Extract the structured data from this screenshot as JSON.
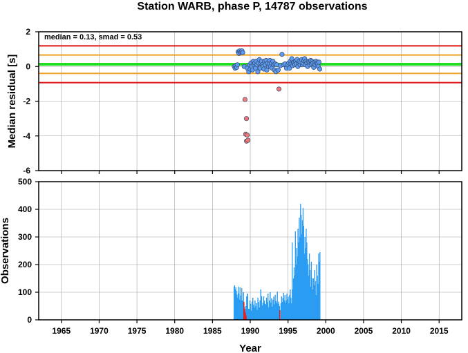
{
  "chart_data": [
    {
      "type": "scatter",
      "title": "Station WARB, phase P, 14787 observations",
      "annotation": "median = 0.13, smad = 0.53",
      "xlabel": "",
      "ylabel": "Median residual [s]",
      "xlim": [
        1962,
        2018
      ],
      "ylim": [
        -6,
        2
      ],
      "x_ticks": [
        "1965",
        "1970",
        "1975",
        "1980",
        "1985",
        "1990",
        "1995",
        "2000",
        "2005",
        "2010",
        "2015"
      ],
      "y_ticks": [
        "-6",
        "-4",
        "-2",
        "0",
        "2"
      ],
      "grid": true,
      "reference_lines": [
        {
          "name": "median",
          "y": 0.13,
          "color": "#22dd22"
        },
        {
          "name": "+1 smad",
          "y": 0.66,
          "color": "#f0a020"
        },
        {
          "name": "-1 smad",
          "y": -0.4,
          "color": "#f0a020"
        },
        {
          "name": "+2 smad",
          "y": 1.19,
          "color": "#dd1111"
        },
        {
          "name": "-2 smad",
          "y": -0.93,
          "color": "#dd1111"
        }
      ],
      "series": [
        {
          "color": "#5b9bf0",
          "points": [
            [
              1987.9,
              0.0
            ],
            [
              1988.0,
              -0.1
            ],
            [
              1988.1,
              0.05
            ],
            [
              1988.2,
              -0.05
            ],
            [
              1988.3,
              0.1
            ],
            [
              1988.4,
              0.85
            ],
            [
              1988.5,
              0.75
            ],
            [
              1988.6,
              0.9
            ],
            [
              1988.7,
              0.8
            ],
            [
              1988.8,
              0.85
            ],
            [
              1988.9,
              0.9
            ],
            [
              1989.0,
              0.8
            ],
            [
              1989.2,
              0.0
            ],
            [
              1989.6,
              -0.1
            ],
            [
              1989.8,
              -0.3
            ],
            [
              1989.9,
              0.1
            ],
            [
              1990.0,
              -0.15
            ],
            [
              1990.1,
              0.2
            ],
            [
              1990.2,
              0.0
            ],
            [
              1990.3,
              -0.2
            ],
            [
              1990.4,
              0.3
            ],
            [
              1990.5,
              0.1
            ],
            [
              1990.6,
              0.2
            ],
            [
              1990.7,
              -0.1
            ],
            [
              1990.8,
              0.3
            ],
            [
              1990.9,
              0.1
            ],
            [
              1991.0,
              -0.3
            ],
            [
              1991.1,
              0.2
            ],
            [
              1991.2,
              0.4
            ],
            [
              1991.3,
              -0.1
            ],
            [
              1991.4,
              0.2
            ],
            [
              1991.5,
              0.3
            ],
            [
              1991.6,
              0.1
            ],
            [
              1991.7,
              0.0
            ],
            [
              1991.8,
              -0.15
            ],
            [
              1991.9,
              0.3
            ],
            [
              1992.0,
              0.1
            ],
            [
              1992.1,
              0.35
            ],
            [
              1992.2,
              -0.2
            ],
            [
              1992.3,
              0.2
            ],
            [
              1992.4,
              0.0
            ],
            [
              1992.5,
              0.15
            ],
            [
              1992.6,
              0.35
            ],
            [
              1992.7,
              0.0
            ],
            [
              1992.8,
              0.2
            ],
            [
              1992.9,
              -0.1
            ],
            [
              1993.0,
              0.3
            ],
            [
              1993.1,
              0.1
            ],
            [
              1993.2,
              -0.2
            ],
            [
              1993.3,
              0.15
            ],
            [
              1993.4,
              -0.3
            ],
            [
              1993.5,
              0.1
            ],
            [
              1993.7,
              -0.2
            ],
            [
              1994.0,
              0.05
            ],
            [
              1994.2,
              0.7
            ],
            [
              1994.4,
              0.1
            ],
            [
              1994.6,
              0.15
            ],
            [
              1994.8,
              -0.1
            ],
            [
              1995.0,
              0.1
            ],
            [
              1995.1,
              0.2
            ],
            [
              1995.2,
              -0.1
            ],
            [
              1995.3,
              0.3
            ],
            [
              1995.4,
              0.15
            ],
            [
              1995.5,
              0.45
            ],
            [
              1995.6,
              0.05
            ],
            [
              1995.7,
              0.2
            ],
            [
              1995.8,
              0.25
            ],
            [
              1995.9,
              0.1
            ],
            [
              1996.0,
              0.3
            ],
            [
              1996.1,
              0.15
            ],
            [
              1996.2,
              0.4
            ],
            [
              1996.3,
              0.0
            ],
            [
              1996.4,
              0.2
            ],
            [
              1996.5,
              0.3
            ],
            [
              1996.6,
              0.1
            ],
            [
              1996.7,
              0.25
            ],
            [
              1996.8,
              0.4
            ],
            [
              1996.9,
              0.1
            ],
            [
              1997.0,
              0.2
            ],
            [
              1997.1,
              0.35
            ],
            [
              1997.2,
              0.45
            ],
            [
              1997.3,
              0.1
            ],
            [
              1997.4,
              0.3
            ],
            [
              1997.5,
              0.2
            ],
            [
              1997.6,
              0.0
            ],
            [
              1997.7,
              0.3
            ],
            [
              1997.8,
              0.25
            ],
            [
              1997.9,
              0.1
            ],
            [
              1998.0,
              0.35
            ],
            [
              1998.1,
              0.15
            ],
            [
              1998.2,
              0.3
            ],
            [
              1998.3,
              0.2
            ],
            [
              1998.4,
              -0.05
            ],
            [
              1998.5,
              0.25
            ],
            [
              1998.6,
              0.1
            ],
            [
              1998.7,
              0.3
            ],
            [
              1998.8,
              0.2
            ],
            [
              1998.9,
              0.15
            ],
            [
              1999.0,
              0.0
            ],
            [
              1999.1,
              0.25
            ],
            [
              1999.2,
              -0.15
            ]
          ]
        },
        {
          "color": "#f07878",
          "points": [
            [
              1989.3,
              -1.9
            ],
            [
              1989.5,
              -3.0
            ],
            [
              1989.4,
              -3.9
            ],
            [
              1989.6,
              -3.95
            ],
            [
              1989.5,
              -4.3
            ],
            [
              1989.7,
              -4.25
            ],
            [
              1993.8,
              -1.3
            ]
          ]
        }
      ]
    },
    {
      "type": "bar",
      "xlabel": "Year",
      "ylabel": "Observations",
      "xlim": [
        1962,
        2018
      ],
      "ylim": [
        0,
        500
      ],
      "x_ticks": [
        "1965",
        "1970",
        "1975",
        "1980",
        "1985",
        "1990",
        "1995",
        "2000",
        "2005",
        "2010",
        "2015"
      ],
      "y_ticks": [
        "0",
        "100",
        "200",
        "300",
        "400",
        "500"
      ],
      "grid": true,
      "series": [
        {
          "color": "#2b9cf2",
          "bin_width_years": 0.03,
          "segments": [
            {
              "x": [
                1987.8,
                1988.9
              ],
              "values": [
                120,
                125,
                110,
                118,
                105,
                92,
                80,
                120,
                96,
                74,
                118,
                88,
                70,
                115
              ]
            },
            {
              "x": [
                1988.9,
                1989.8
              ],
              "values": [
                70,
                100,
                45,
                30,
                50,
                85,
                95,
                40
              ]
            },
            {
              "x": [
                1989.8,
                1992.0
              ],
              "values": [
                40,
                70,
                58,
                34,
                66,
                80,
                55,
                44,
                70,
                50,
                60,
                36,
                80,
                64,
                45,
                70,
                110,
                86,
                52,
                62,
                85,
                70,
                58
              ]
            },
            {
              "x": [
                1992.0,
                1993.9
              ],
              "values": [
                56,
                80,
                64,
                95,
                46,
                70,
                100,
                62,
                78,
                48,
                72,
                84,
                56,
                90,
                68,
                60,
                102,
                58,
                66,
                50
              ]
            },
            {
              "x": [
                1994.0,
                1994.7
              ],
              "values": [
                60,
                85,
                65,
                80,
                98,
                70,
                90,
                60
              ]
            },
            {
              "x": [
                1994.7,
                1995.5
              ],
              "values": [
                70,
                95,
                75,
                84,
                60,
                90,
                110,
                80,
                60
              ]
            },
            {
              "x": [
                1995.5,
                1996.0
              ],
              "values": [
                280,
                110,
                150,
                190,
                160,
                320
              ]
            },
            {
              "x": [
                1996.0,
                1996.6
              ],
              "values": [
                200,
                260,
                230,
                330,
                280,
                370,
                300
              ]
            },
            {
              "x": [
                1996.6,
                1997.1
              ],
              "values": [
                420,
                380,
                310,
                360,
                405,
                340
              ]
            },
            {
              "x": [
                1997.1,
                1997.6
              ],
              "values": [
                240,
                300,
                260,
                330,
                280,
                220
              ]
            },
            {
              "x": [
                1997.6,
                1998.2
              ],
              "values": [
                200,
                160,
                240,
                180,
                120,
                210,
                150
              ]
            },
            {
              "x": [
                1998.2,
                1999.0
              ],
              "values": [
                110,
                150,
                125,
                180,
                140,
                90,
                200,
                160,
                130
              ]
            },
            {
              "x": [
                1999.0,
                1999.25
              ],
              "values": [
                240,
                210,
                245
              ]
            }
          ]
        },
        {
          "color": "#dd2222",
          "bars": [
            [
              1989.15,
              65
            ],
            [
              1989.25,
              40
            ],
            [
              1989.35,
              25
            ],
            [
              1989.45,
              15
            ],
            [
              1993.9,
              35
            ]
          ]
        }
      ]
    }
  ]
}
